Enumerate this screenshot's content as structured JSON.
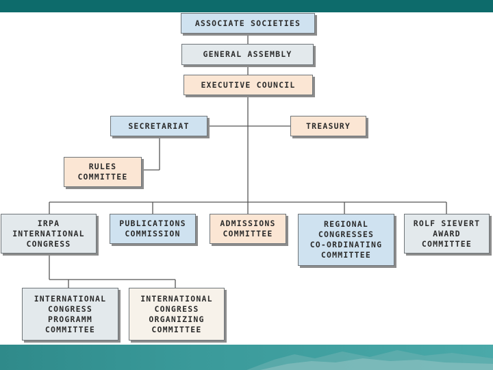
{
  "nodes": {
    "associate_societies": "ASSOCIATE SOCIETIES",
    "general_assembly": "GENERAL ASSEMBLY",
    "executive_council": "EXECUTIVE COUNCIL",
    "secretariat": "SECRETARIAT",
    "treasury": "TREASURY",
    "rules_committee": "RULES\nCOMMITTEE",
    "irpa_congress": "IRPA\nINTERNATIONAL\nCONGRESS",
    "publications_commission": "PUBLICATIONS\nCOMMISSION",
    "admissions_committee": "ADMISSIONS\nCOMMITTEE",
    "regional_congresses": "REGIONAL\nCONGRESSES\nCO-ORDINATING\nCOMMITTEE",
    "rolf_sievert": "ROLF SIEVERT\nAWARD\nCOMMITTEE",
    "programm_committee": "INTERNATIONAL\nCONGRESS\nPROGRAMM\nCOMMITTEE",
    "organizing_committee": "INTERNATIONAL\nCONGRESS\nORGANIZING\nCOMMITTEE"
  },
  "colors": {
    "top_bar": "#0d6b6b",
    "blue_box": "#cfe2f0",
    "grey_box": "#e3e9ec",
    "peach_box": "#fbe6d4",
    "ivory_box": "#f7f2ea",
    "connector": "#555555"
  }
}
